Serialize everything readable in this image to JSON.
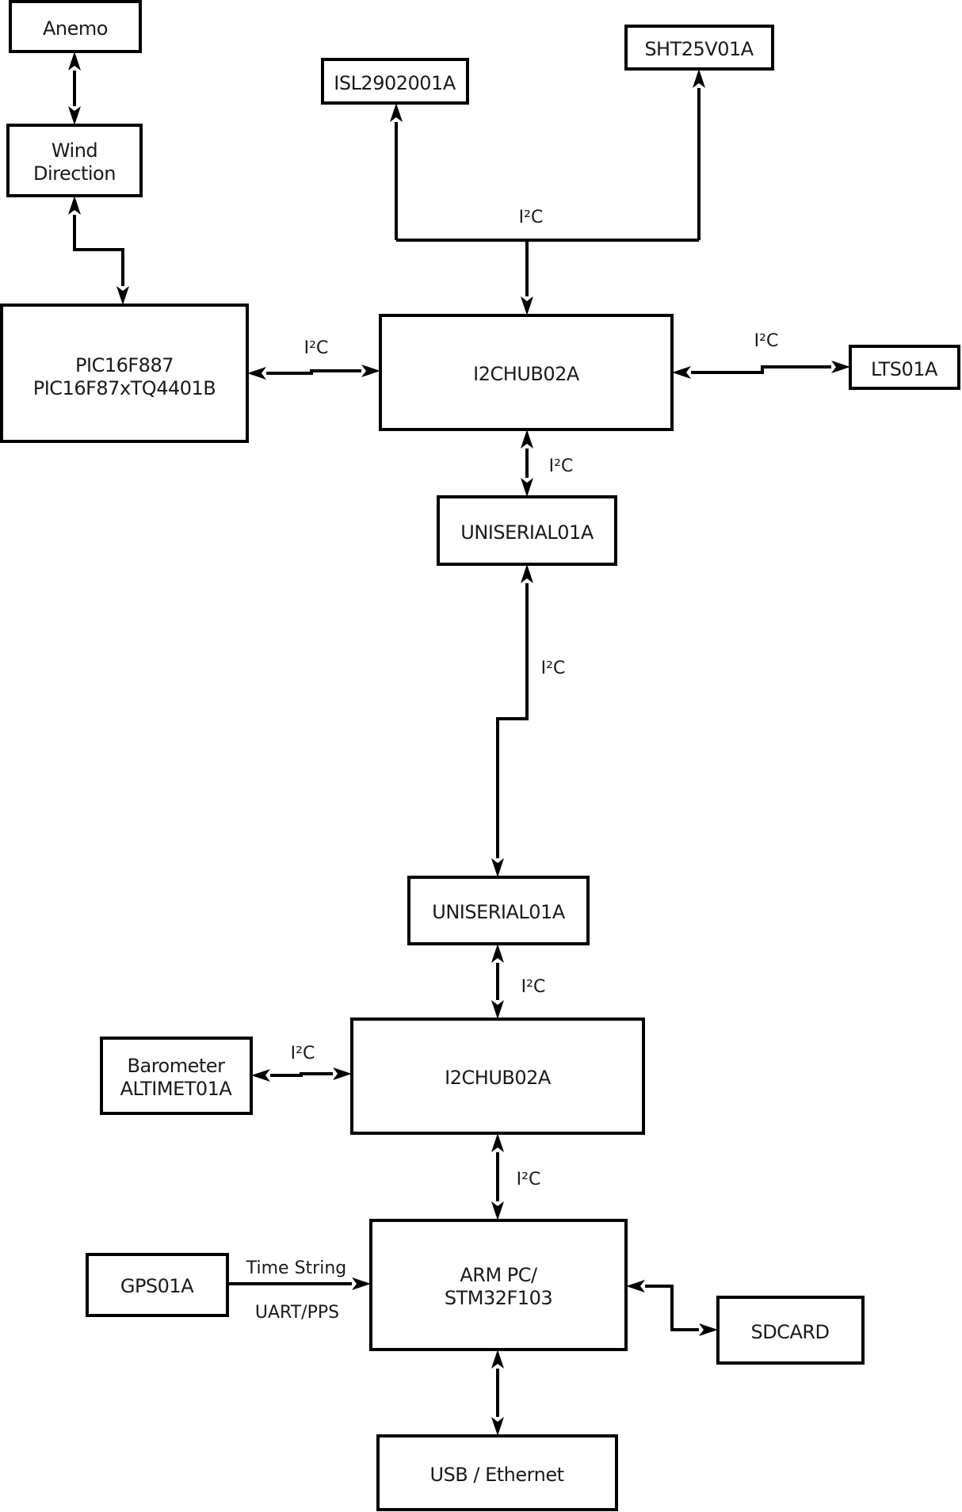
{
  "diagram": {
    "background_color": "#ffffff",
    "line_color": "#000000",
    "nodes": {
      "anemo": {
        "label": "Anemo"
      },
      "wind_direction": {
        "line1": "Wind",
        "line2": "Direction"
      },
      "pic16f887": {
        "line1": "PIC16F887",
        "line2": "PIC16F87xTQ4401B"
      },
      "isl2902001a": {
        "label": "ISL2902001A"
      },
      "sht25v01a": {
        "label": "SHT25V01A"
      },
      "i2chub_top": {
        "label": "I2CHUB02A"
      },
      "lts01a": {
        "label": "LTS01A"
      },
      "uniserial_upper": {
        "label": "UNISERIAL01A"
      },
      "uniserial_lower": {
        "label": "UNISERIAL01A"
      },
      "i2chub_bottom": {
        "label": "I2CHUB02A"
      },
      "barometer": {
        "line1": "Barometer",
        "line2": "ALTIMET01A"
      },
      "arm_pc": {
        "line1": "ARM PC/",
        "line2": "STM32F103"
      },
      "gps01a": {
        "label": "GPS01A"
      },
      "sdcard": {
        "label": "SDCARD"
      },
      "usb_ethernet": {
        "label": "USB / Ethernet"
      }
    },
    "edge_labels": {
      "sensors_bus": "I²C",
      "pic_hub": "I²C",
      "hub_lts": "I²C",
      "hub_uniserial": "I²C",
      "uniserial_link": "I²C",
      "uniserial_hub2": "I²C",
      "barometer_hub2": "I²C",
      "hub2_arm": "I²C",
      "gps_time": "Time String",
      "gps_uart": "UART/PPS"
    }
  }
}
